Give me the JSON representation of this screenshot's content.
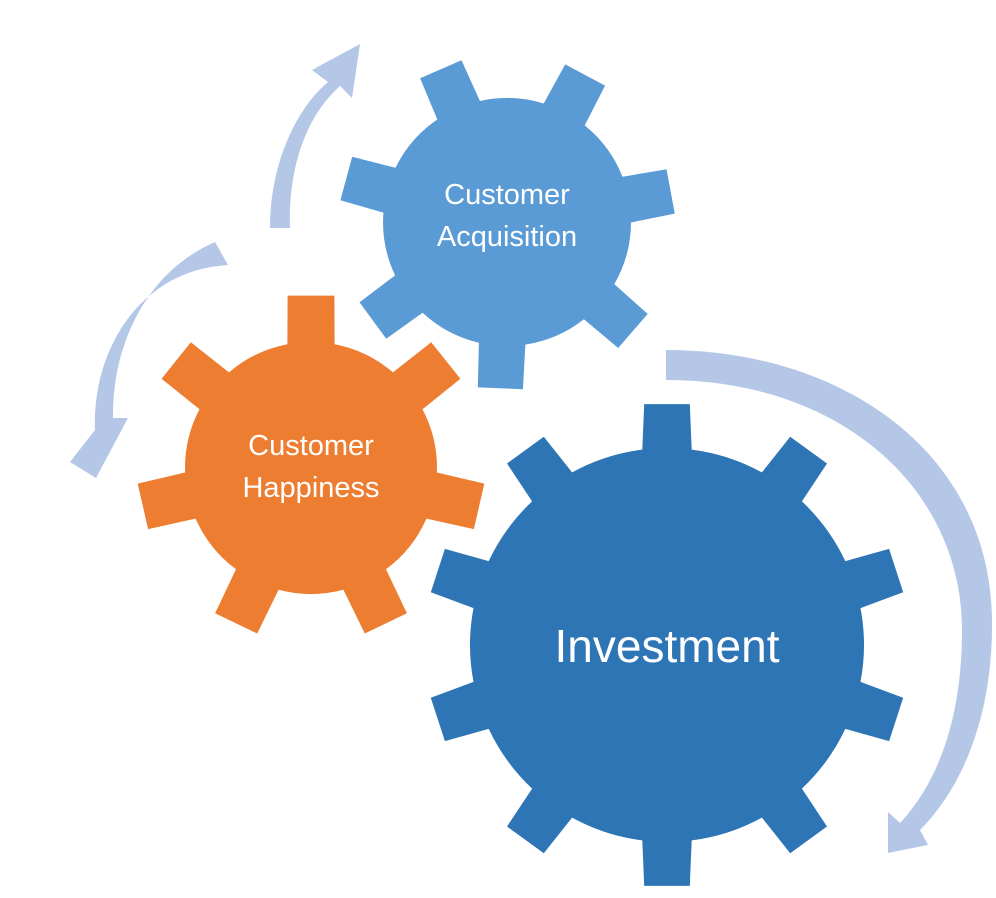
{
  "diagram": {
    "gears": [
      {
        "id": "acquisition",
        "lines": [
          "Customer",
          "Acquisition"
        ],
        "color": "#5B9BD5"
      },
      {
        "id": "happiness",
        "lines": [
          "Customer",
          "Happiness"
        ],
        "color": "#ED7D31"
      },
      {
        "id": "investment",
        "lines": [
          "Investment"
        ],
        "color": "#2E75B6"
      }
    ],
    "arrow_color": "#B4C7E7"
  }
}
